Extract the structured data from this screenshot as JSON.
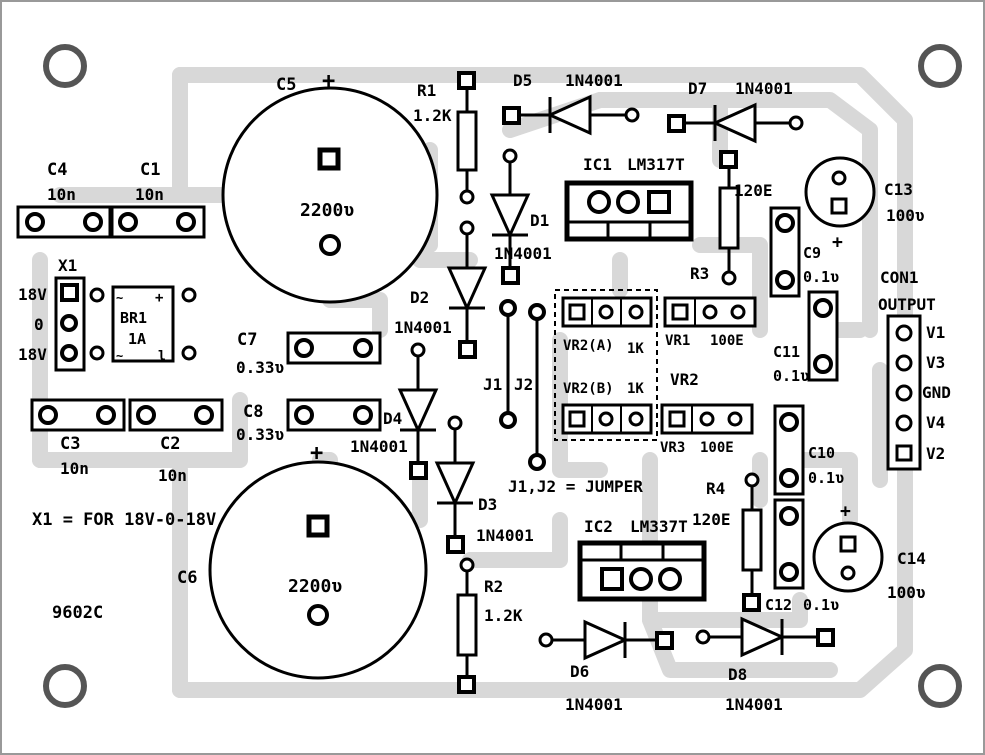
{
  "labels": {
    "c5_ref": "C5",
    "c5_plus": "+",
    "c5_value": "2200ʋ",
    "c6_ref": "C6",
    "c6_plus": "+",
    "c6_value": "2200ʋ",
    "c4_ref": "C4",
    "c4_value": "10n",
    "c1_ref": "C1",
    "c1_value": "10n",
    "c3_ref": "C3",
    "c3_value": "10n",
    "c2_ref": "C2",
    "c2_value": "10n",
    "x1_ref": "X1",
    "x1_pin1": "18V",
    "x1_pin2": "0",
    "x1_pin3": "18V",
    "br1_ref": "BR1",
    "br1_value": "1A",
    "br1_plus": "+",
    "br1_minus": "l",
    "c7_ref": "C7",
    "c7_value": "0.33ʋ",
    "c8_ref": "C8",
    "c8_value": "0.33ʋ",
    "r1_ref": "R1",
    "r1_value": "1.2K",
    "r2_ref": "R2",
    "r2_value": "1.2K",
    "r3_ref": "R3",
    "r3_value": "120E",
    "r4_ref": "R4",
    "r4_value": "120E",
    "d1_ref": "D1",
    "d1_value": "1N4001",
    "d2_ref": "D2",
    "d2_value": "1N4001",
    "d3_ref": "D3",
    "d3_value": "1N4001",
    "d4_ref": "D4",
    "d4_value": "1N4001",
    "d5_ref": "D5",
    "d5_value": "1N4001",
    "d6_ref": "D6",
    "d6_value": "1N4001",
    "d7_ref": "D7",
    "d7_value": "1N4001",
    "d8_ref": "D8",
    "d8_value": "1N4001",
    "ic1_ref": "IC1",
    "ic1_value": "LM317T",
    "ic2_ref": "IC2",
    "ic2_value": "LM337T",
    "vr1_ref": "VR1",
    "vr1_value": "100E",
    "vr3_ref": "VR3",
    "vr3_value": "100E",
    "vr2a_ref": "VR2(A)",
    "vr2a_value": "1K",
    "vr2b_ref": "VR2(B)",
    "vr2b_value": "1K",
    "vr2_ref": "VR2",
    "j1_ref": "J1",
    "j2_ref": "J2",
    "jumper_note": "J1,J2 = JUMPER",
    "c9_ref": "C9",
    "c9_value": "0.1ʋ",
    "c10_ref": "C10",
    "c10_value": "0.1ʋ",
    "c11_ref": "C11",
    "c11_value": "0.1ʋ",
    "c12_ref": "C12",
    "c12_value": "0.1ʋ",
    "c13_ref": "C13",
    "c13_value": "100ʋ",
    "c13_plus": "+",
    "c14_ref": "C14",
    "c14_value": "100ʋ",
    "c14_plus": "+",
    "con1_ref": "CON1",
    "con1_title": "OUTPUT",
    "con1_pin1": "V1",
    "con1_pin2": "V3",
    "con1_pin3": "GND",
    "con1_pin4": "V4",
    "con1_pin5": "V2",
    "x1_note": "X1 = FOR 18V-0-18V",
    "board_id": "9602C"
  },
  "colors": {
    "background": "#ffffff",
    "copper_trace": "#d8d8d8",
    "component_outline": "#000000",
    "pad_fill": "#ffffff",
    "mount_hole": "#555555",
    "border": "#999999"
  }
}
